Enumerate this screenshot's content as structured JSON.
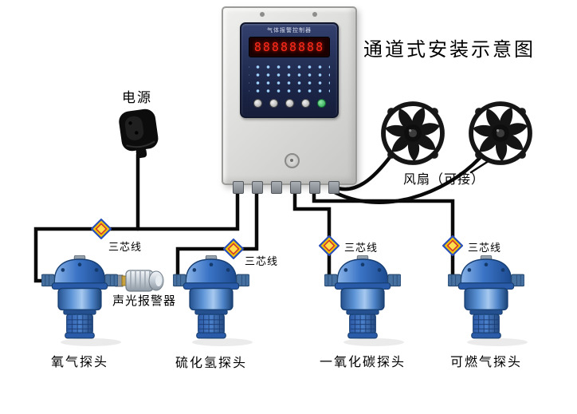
{
  "title": "通道式安装示意图",
  "power": {
    "label": "电源"
  },
  "fans": {
    "label": "风扇（可接）"
  },
  "alarm": {
    "label": "声光报警器"
  },
  "wires": {
    "labels": [
      "三芯线",
      "三芯线",
      "三芯线",
      "三芯线"
    ]
  },
  "controller": {
    "panel_title": "气体报警控制器",
    "display": "88888888"
  },
  "detectors": [
    {
      "label": "氧气探头"
    },
    {
      "label": "硫化氢探头"
    },
    {
      "label": "一氧化碳探头"
    },
    {
      "label": "可燃气探头"
    }
  ],
  "colors": {
    "wire": "#0a0a0a",
    "detector_blue": "#2f6cc0",
    "led_red": "#ff2a1a",
    "diamond_yellow": "#f6c800"
  }
}
